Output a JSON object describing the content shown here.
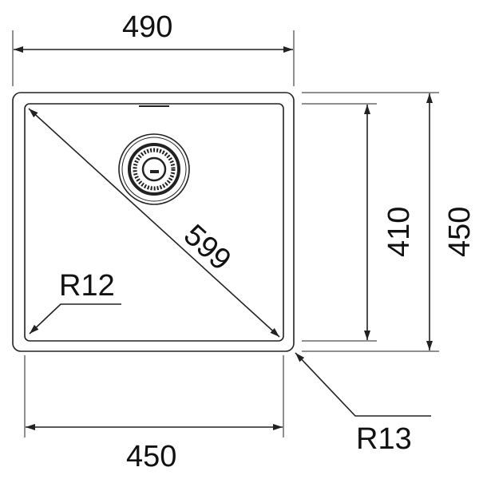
{
  "dimensions": {
    "overall_width": "490",
    "bowl_width": "450",
    "bowl_depth": "410",
    "overall_depth": "450",
    "diagonal": "599",
    "inner_radius": "R12",
    "outer_radius": "R13"
  },
  "colors": {
    "line": "#222222",
    "background": "#ffffff"
  }
}
